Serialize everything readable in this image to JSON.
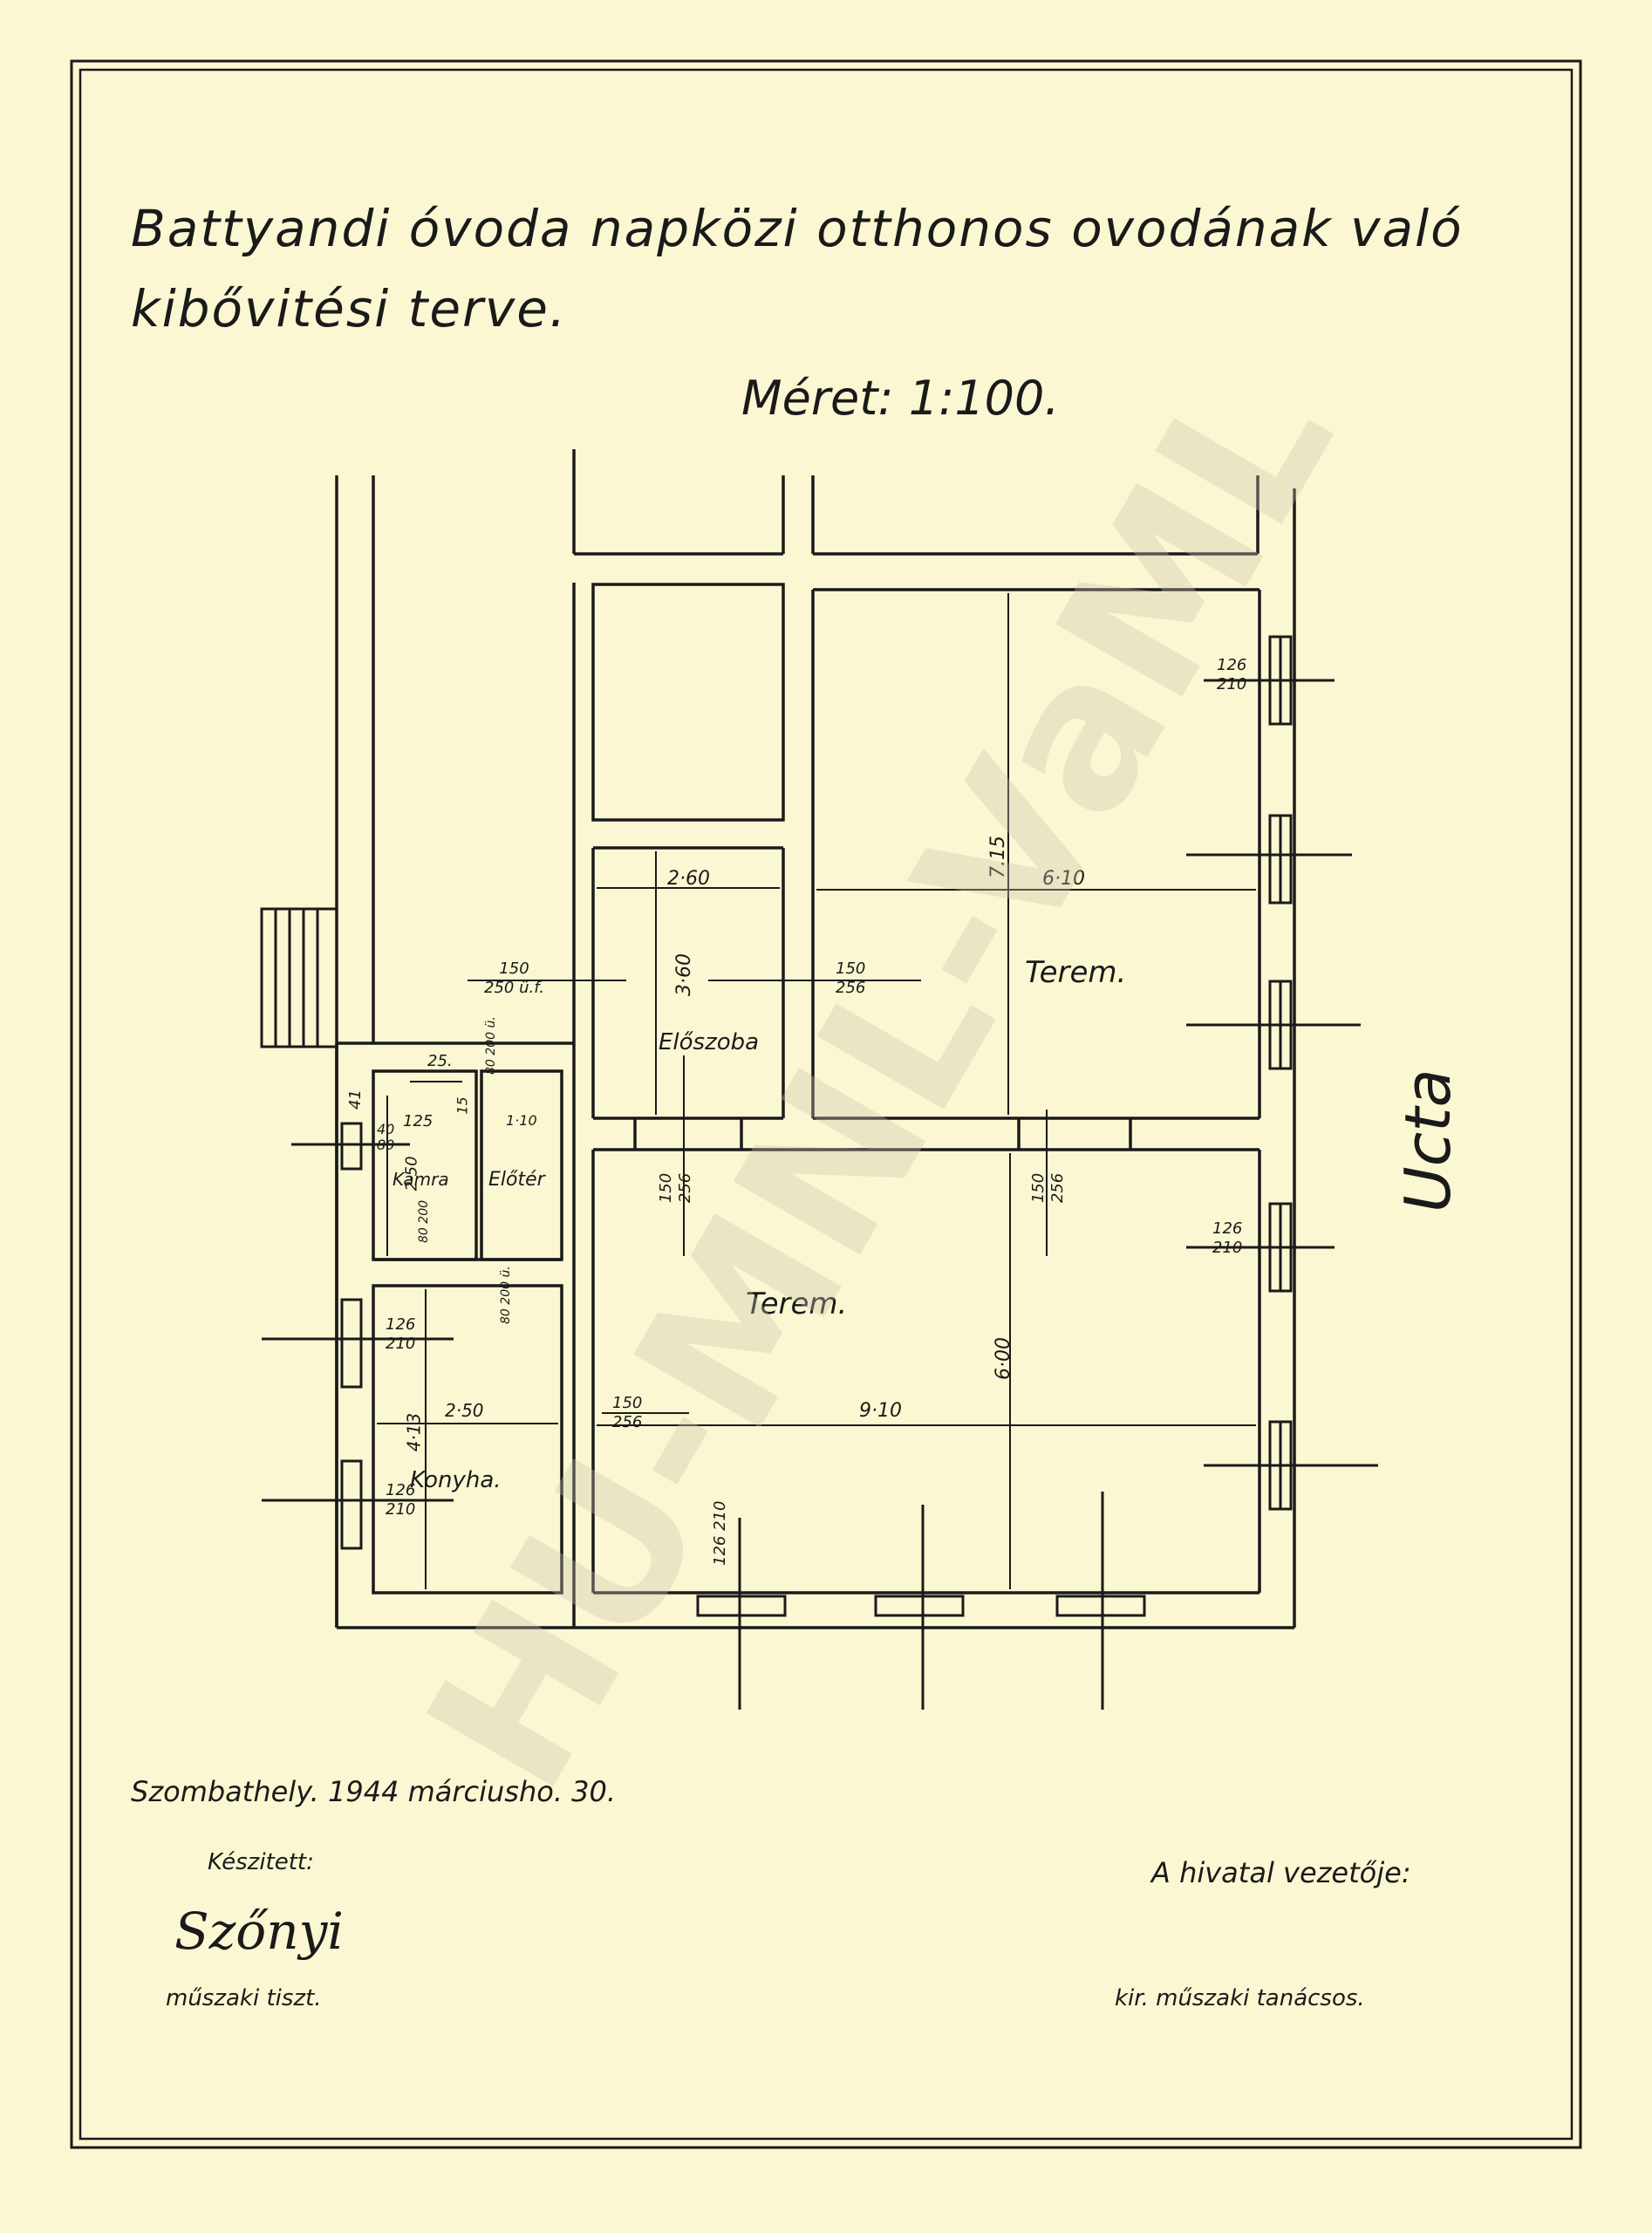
{
  "document": {
    "title_line1": "Battyandi óvoda napközi otthonos ovodának való",
    "title_line2": "kibővitési terve.",
    "scale": "Méret: 1:100.",
    "place_date": "Szombathely. 1944 márciusho. 30.",
    "prepared_label": "Készitett:",
    "preparer_title": "műszaki tiszt.",
    "office_head_label": "A hivatal vezetője:",
    "office_head_title": "kir. műszaki tanácsos.",
    "street": "Ucta",
    "watermark": "HU-MNL-VaML"
  },
  "rooms": {
    "terem_upper": "Terem.",
    "terem_lower": "Terem.",
    "eloszoba": "Előszoba",
    "kamra": "Kamra",
    "elotér": "Előtér",
    "konyha": "Konyha."
  },
  "dimensions": {
    "d715": "7.15",
    "d610": "6·10",
    "d260": "2·60",
    "d360": "3·60",
    "d600": "6·00",
    "d910": "9·10",
    "d250": "2·50",
    "d413": "4·13",
    "d250v": "2·50",
    "d25": "25.",
    "d125": "125",
    "d110": "1·10",
    "d15": "15",
    "d41": "41"
  },
  "openings": {
    "w_top_right_1_n": "126",
    "w_top_right_1_d": "210",
    "door_left_n": "150",
    "door_left_d": "250 ü.f.",
    "door_mid_n": "150",
    "door_mid_d": "256",
    "door_v1_n": "150",
    "door_v1_d": "256",
    "door_v2_n": "150",
    "door_v2_d": "256",
    "w_right_mid_n": "126",
    "w_right_mid_d": "210",
    "w_kamra_n": "40",
    "w_kamra_d": "80",
    "elo_top_n": "80",
    "elo_top_d": "200 ü.",
    "kamra_door_n": "80",
    "kamra_door_d": "200",
    "elo_bot_n": "80",
    "elo_bot_d": "200 ü.",
    "w_konyha1_n": "126",
    "w_konyha1_d": "210",
    "w_konyha2_n": "126",
    "w_konyha2_d": "210",
    "door_konyha_n": "150",
    "door_konyha_d": "256",
    "w_bottom_n": "126",
    "w_bottom_d": "210"
  }
}
